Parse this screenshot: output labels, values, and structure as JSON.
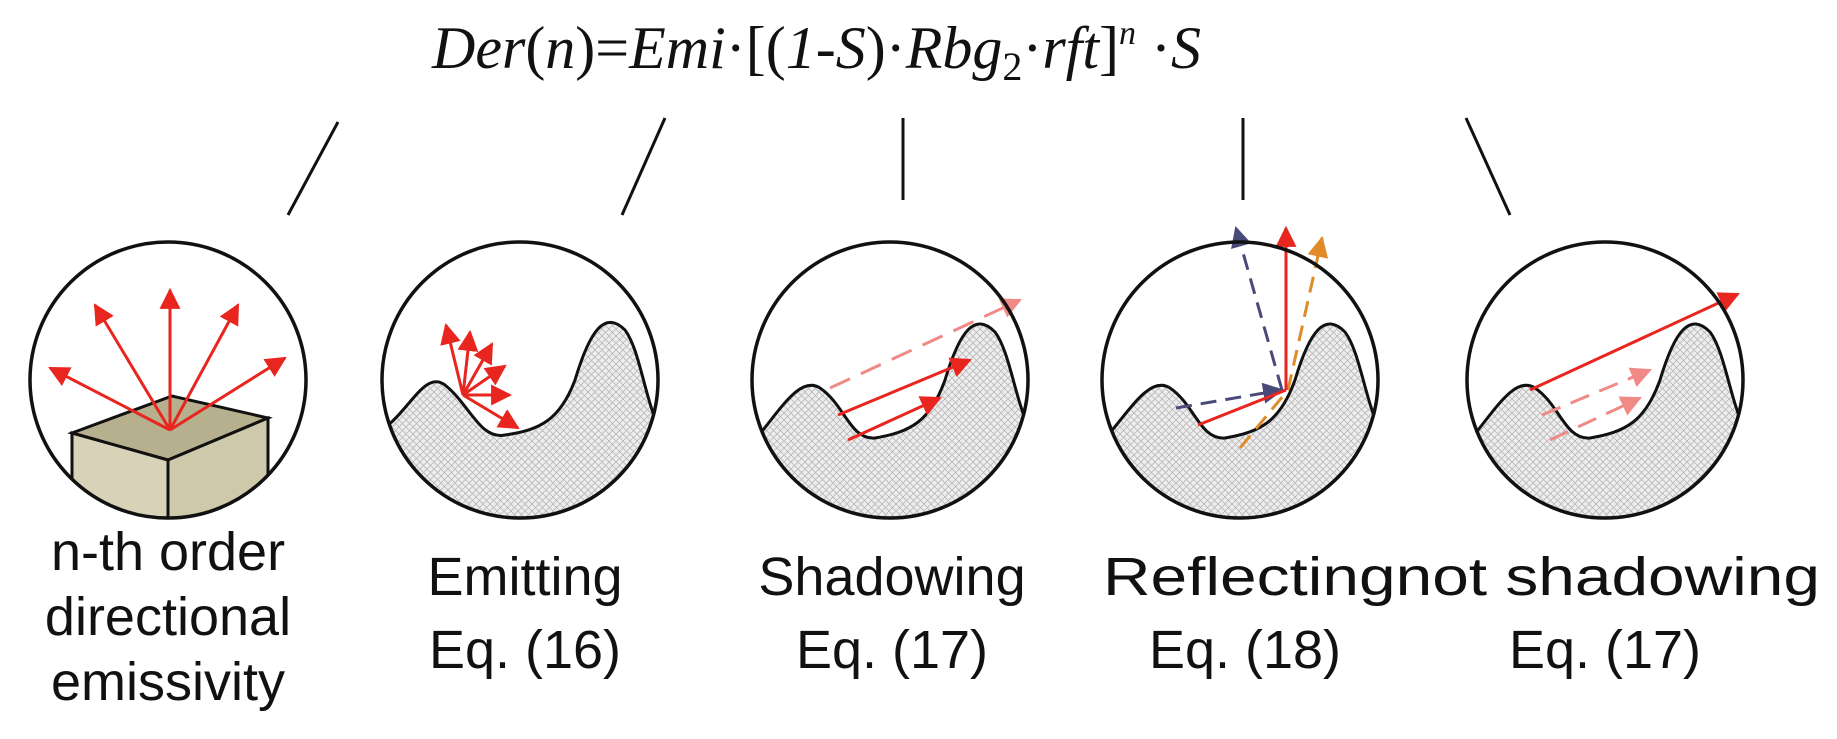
{
  "formula": {
    "der": "Der",
    "n_open": "(",
    "n": "n",
    "n_close": ")=",
    "emi": "Emi",
    "dot1": "·[(",
    "one": "1",
    "minus": "-",
    "s1": "S",
    "close1": ")·",
    "rbg": "Rbg",
    "sub2": "2",
    "dot2": "·",
    "rft": "rft",
    "bracket": "]",
    "sup_n": "n",
    "dot3": " ·",
    "s2": "S"
  },
  "panels": [
    {
      "id": "emissivity",
      "lines": [
        "n-th order",
        "directional",
        "emissivity"
      ]
    },
    {
      "id": "emitting",
      "lines": [
        "Emitting",
        "Eq. (16)"
      ]
    },
    {
      "id": "shadowing",
      "lines": [
        "Shadowing",
        "Eq. (17)"
      ]
    },
    {
      "id": "reflecting",
      "lines": [
        "Reflectingnot shadowing",
        "Eq. (18)"
      ]
    },
    {
      "id": "not-shadowing",
      "lines": [
        "Eq. (17)"
      ]
    }
  ],
  "colors": {
    "red": "#e8251f",
    "pink": "#f08a86",
    "navy": "#4a4a7a",
    "orange": "#e08a2a",
    "block_top": "#b7b08e",
    "block_front": "#d8d3b8",
    "block_side": "#cfc9ab",
    "terrain_fill": "#ececec",
    "line": "#111111"
  }
}
